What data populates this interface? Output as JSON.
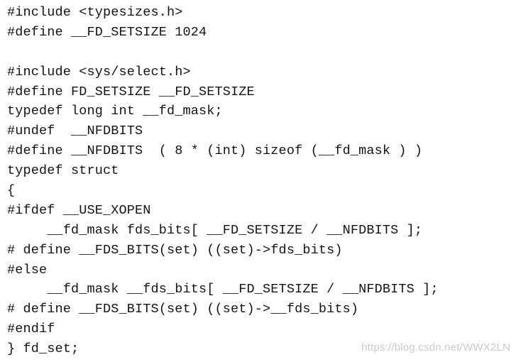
{
  "code_lines": [
    "#include <typesizes.h>",
    "#define __FD_SETSIZE 1024",
    "",
    "#include <sys/select.h>",
    "#define FD_SETSIZE __FD_SETSIZE",
    "typedef long int __fd_mask;",
    "#undef  __NFDBITS",
    "#define __NFDBITS  ( 8 * (int) sizeof (__fd_mask ) )",
    "typedef struct",
    "{",
    "#ifdef __USE_XOPEN",
    "     __fd_mask fds_bits[ __FD_SETSIZE / __NFDBITS ];",
    "# define __FDS_BITS(set) ((set)->fds_bits)",
    "#else",
    "     __fd_mask __fds_bits[ __FD_SETSIZE / __NFDBITS ];",
    "# define __FDS_BITS(set) ((set)->__fds_bits)",
    "#endif",
    "} fd_set;"
  ],
  "watermark": "https://blog.csdn.net/WWX2LN"
}
